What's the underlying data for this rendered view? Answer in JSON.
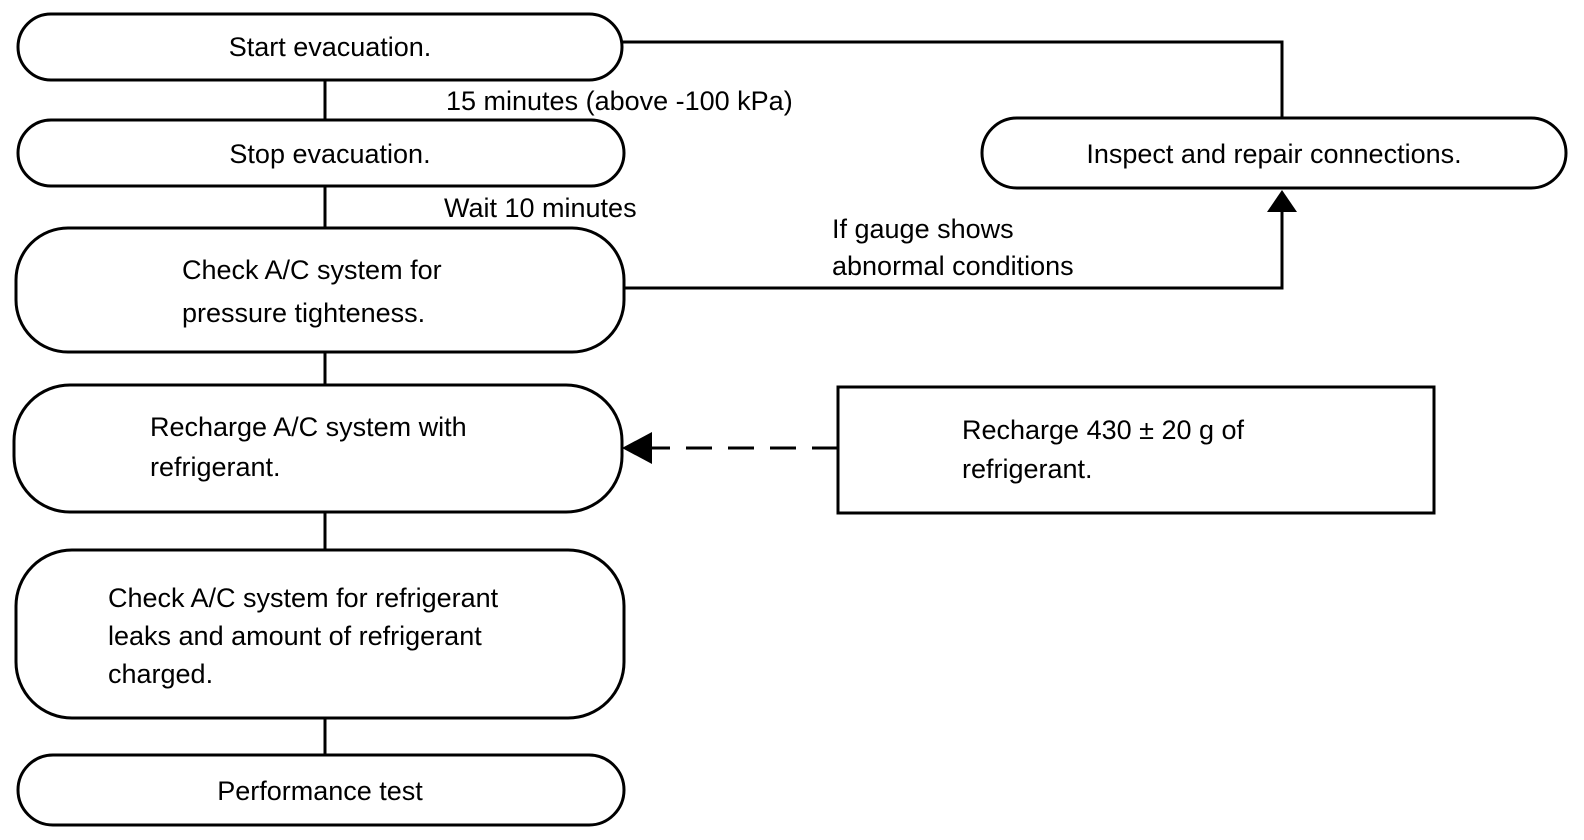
{
  "nodes": {
    "start": {
      "lines": [
        "Start evacuation."
      ]
    },
    "stop": {
      "lines": [
        "Stop evacuation."
      ]
    },
    "check_tight": {
      "lines": [
        "Check A/C system for",
        "pressure tighteness."
      ]
    },
    "recharge": {
      "lines": [
        "Recharge A/C system with",
        "refrigerant."
      ]
    },
    "check_leaks": {
      "lines": [
        "Check A/C system for refrigerant",
        "leaks and amount of refrigerant",
        "charged."
      ]
    },
    "perf": {
      "lines": [
        "Performance test"
      ]
    },
    "inspect": {
      "lines": [
        "Inspect and repair connections."
      ]
    },
    "recharge_amount": {
      "lines": [
        "Recharge 430 ± 20 g of",
        "refrigerant."
      ]
    }
  },
  "edges": {
    "start_stop": {
      "label": "15 minutes (above -100 kPa)"
    },
    "stop_check": {
      "label": "Wait 10 minutes"
    },
    "check_inspect": {
      "label_lines": [
        "If gauge shows",
        "abnormal conditions"
      ]
    }
  }
}
